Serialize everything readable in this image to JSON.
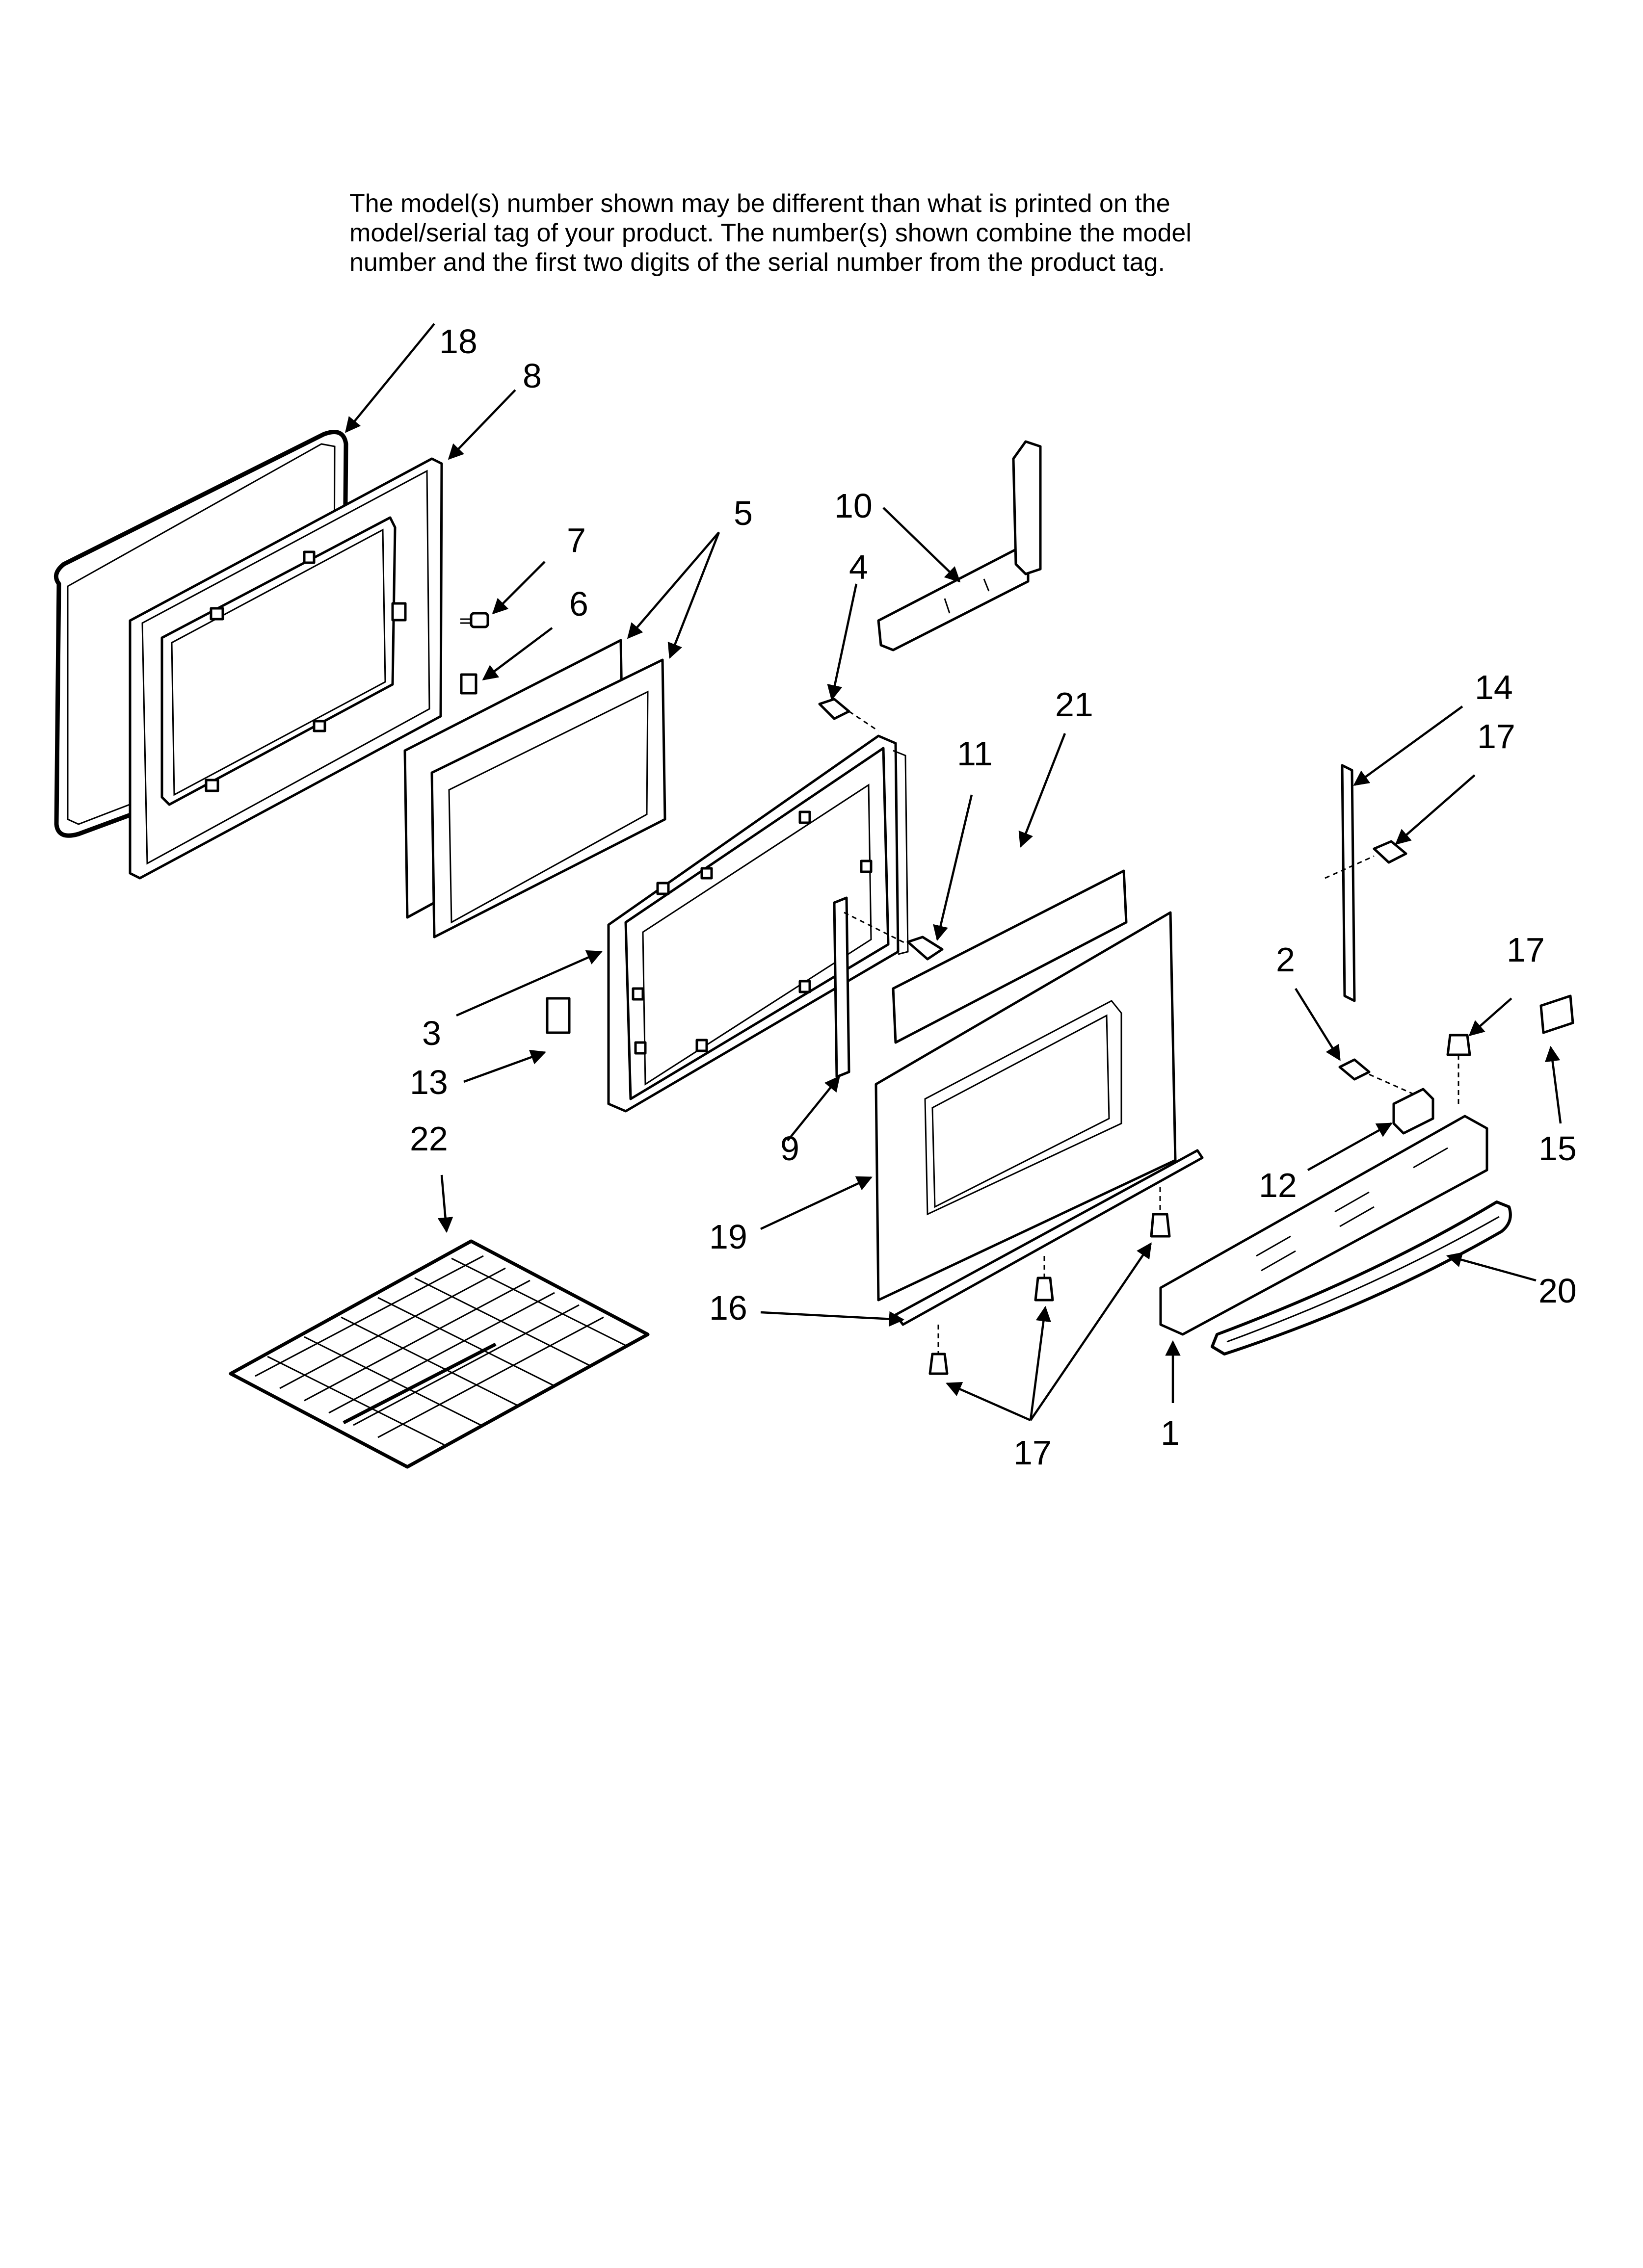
{
  "note_lines": [
    "The model(s) number shown may be different than what is printed on the",
    "model/serial tag of your product. The number(s) shown combine the model",
    "number and the first two digits of the serial number from the product tag."
  ],
  "callouts": {
    "c18": "18",
    "c8": "8",
    "c7": "7",
    "c6": "6",
    "c5": "5",
    "c10": "10",
    "c4": "4",
    "c21": "21",
    "c11": "11",
    "c14": "14",
    "c17a": "17",
    "c2": "2",
    "c17b": "17",
    "c3": "3",
    "c13": "13",
    "c22": "22",
    "c12": "12",
    "c15": "15",
    "c9": "9",
    "c19": "19",
    "c16": "16",
    "c20": "20",
    "c1": "1",
    "c17c": "17"
  }
}
